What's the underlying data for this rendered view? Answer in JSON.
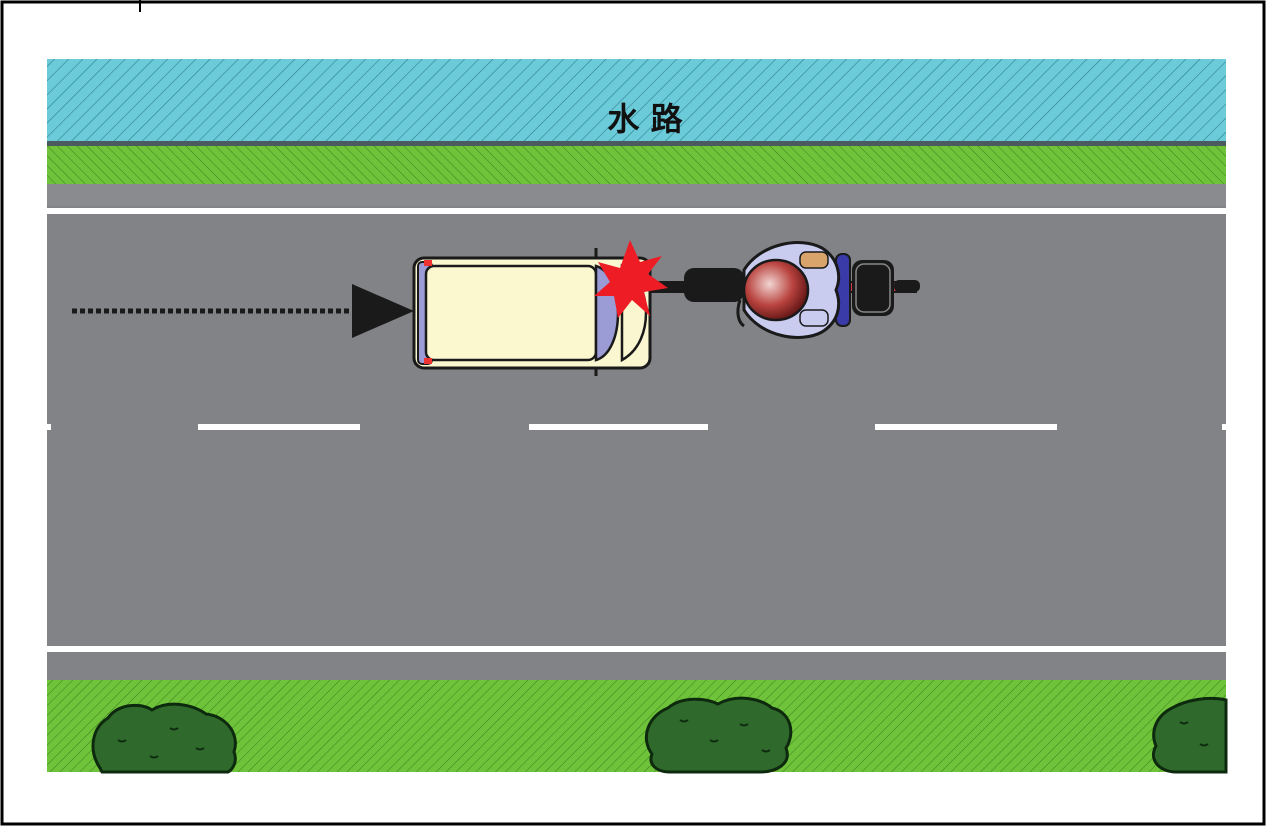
{
  "labels": {
    "waterway": "水 路"
  },
  "colors": {
    "water": "#6ccbd9",
    "water_hatch": "#2f7f8f",
    "grass": "#6fc33a",
    "grass_hatch": "#3c7f1c",
    "road": "#828386",
    "road_dark": "#5d5e61",
    "lane_line": "#ffffff",
    "car_body": "#faf6d0",
    "car_trim": "#9b9bd6",
    "impact": "#ee1c25",
    "bush": "#2f6a2c",
    "arrow": "#1a1a1a",
    "rider": "#c9ccef",
    "helmet": "#b9433f"
  },
  "icons": {
    "vehicle": "car-top-view",
    "bicycle": "bicycle-with-rider-top-view",
    "collision": "collision-burst",
    "direction": "arrow-right"
  }
}
